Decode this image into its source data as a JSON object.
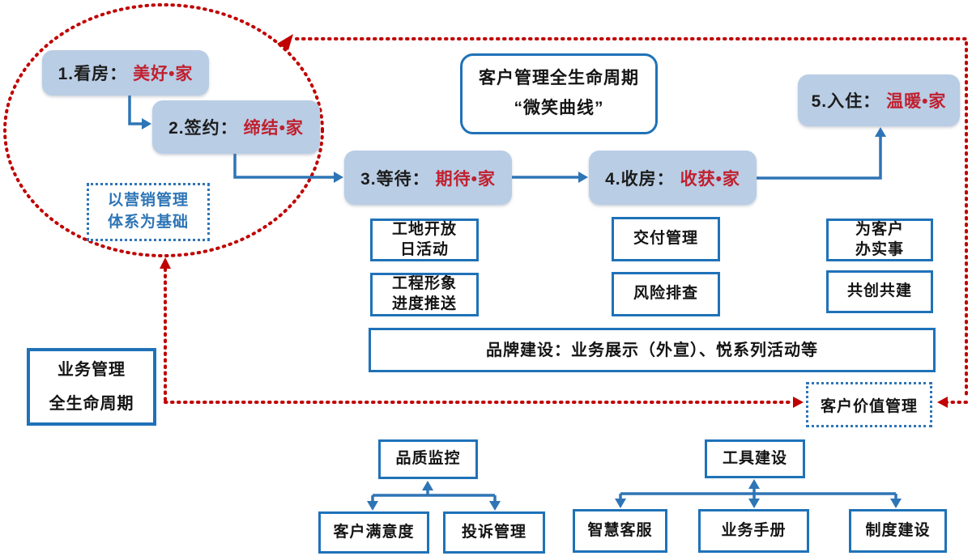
{
  "colors": {
    "border_blue": "#1f72b8",
    "arrow_blue": "#2e75b6",
    "stage_fill": "#b9cde5",
    "dotted_red": "#c00000",
    "highlight_red": "#c0202f",
    "text_dark": "#141414"
  },
  "stages": [
    {
      "prefix": "1.看房：",
      "highlight": "美好•家"
    },
    {
      "prefix": "2.签约：",
      "highlight": "缔结•家"
    },
    {
      "prefix": "3.等待：",
      "highlight": "期待•家"
    },
    {
      "prefix": "4.收房：",
      "highlight": "收获•家"
    },
    {
      "prefix": "5.入住：",
      "highlight": "温暖•家"
    }
  ],
  "title": {
    "line1": "客户管理全生命周期",
    "line2": "“微笑曲线”"
  },
  "marketing_note": {
    "line1": "以营销管理",
    "line2": "体系为基础"
  },
  "tasks": {
    "wait_1": {
      "line1": "工地开放",
      "line2": "日活动"
    },
    "wait_2": {
      "line1": "工程形象",
      "line2": "进度推送"
    },
    "handover_1": {
      "line1": "交付管理"
    },
    "handover_2": {
      "line1": "风险排查"
    },
    "movein_1": {
      "line1": "为客户",
      "line2": "办实事"
    },
    "movein_2": {
      "line1": "共创共建"
    }
  },
  "brand_bar": "品牌建设：业务展示（外宣）、悦系列活动等",
  "business_box": {
    "line1": "业务管理",
    "line2": "全生命周期"
  },
  "value_box": "客户价值管理",
  "quality": {
    "parent": "品质监控",
    "children": [
      "客户满意度",
      "投诉管理"
    ]
  },
  "tools": {
    "parent": "工具建设",
    "children": [
      "智慧客服",
      "业务手册",
      "制度建设"
    ]
  }
}
